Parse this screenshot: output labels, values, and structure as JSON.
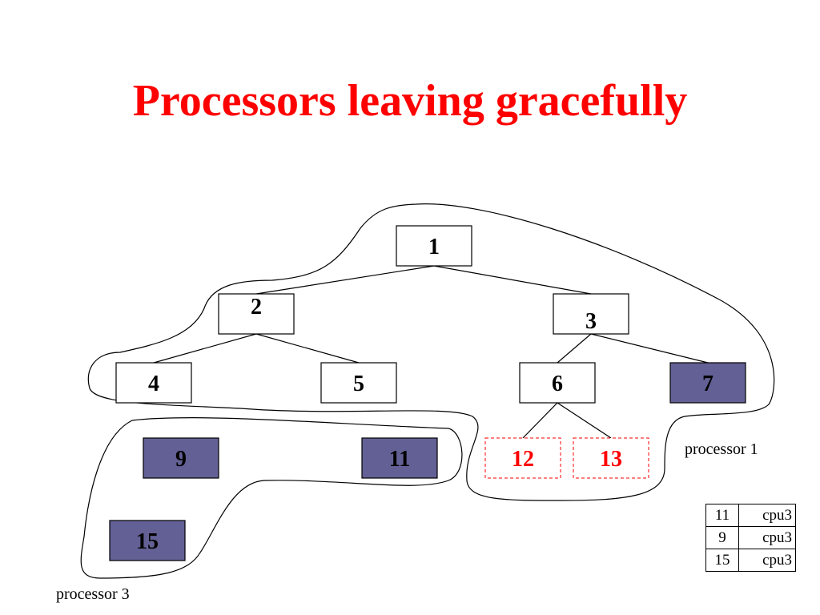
{
  "title": "Processors leaving gracefully",
  "nodes": [
    {
      "id": "1",
      "label": "1",
      "style": "normal"
    },
    {
      "id": "2",
      "label": "2",
      "style": "normal"
    },
    {
      "id": "3",
      "label": "3",
      "style": "normal"
    },
    {
      "id": "4",
      "label": "4",
      "style": "normal"
    },
    {
      "id": "5",
      "label": "5",
      "style": "normal"
    },
    {
      "id": "6",
      "label": "6",
      "style": "normal"
    },
    {
      "id": "7",
      "label": "7",
      "style": "filled"
    },
    {
      "id": "9",
      "label": "9",
      "style": "filled"
    },
    {
      "id": "11",
      "label": "11",
      "style": "filled"
    },
    {
      "id": "12",
      "label": "12",
      "style": "dashed"
    },
    {
      "id": "13",
      "label": "13",
      "style": "dashed"
    },
    {
      "id": "15",
      "label": "15",
      "style": "filled"
    }
  ],
  "edges": [
    {
      "from": "1",
      "to": "2"
    },
    {
      "from": "1",
      "to": "3"
    },
    {
      "from": "2",
      "to": "4"
    },
    {
      "from": "2",
      "to": "5"
    },
    {
      "from": "3",
      "to": "6"
    },
    {
      "from": "3",
      "to": "7"
    },
    {
      "from": "6",
      "to": "12"
    },
    {
      "from": "6",
      "to": "13"
    }
  ],
  "regions": {
    "processor1": "processor 1",
    "processor3": "processor 3"
  },
  "mapping_table": [
    {
      "key": "11",
      "value": "cpu3"
    },
    {
      "key": "9",
      "value": "cpu3"
    },
    {
      "key": "15",
      "value": "cpu3"
    }
  ],
  "colors": {
    "title": "#ff0000",
    "filled_node": "#626094",
    "dashed_node": "#ff0000",
    "outline": "#000000"
  }
}
